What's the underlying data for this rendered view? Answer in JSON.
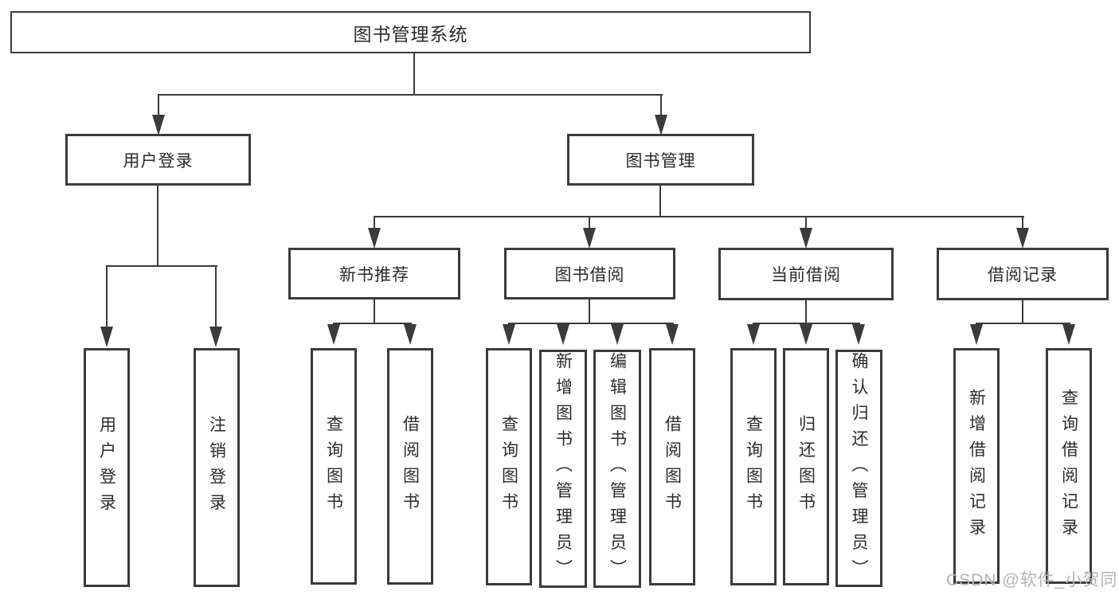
{
  "diagram": {
    "title": "图书管理系统",
    "level2": [
      {
        "label": "用户登录"
      },
      {
        "label": "图书管理"
      }
    ],
    "level3": [
      {
        "label": "新书推荐"
      },
      {
        "label": "图书借阅"
      },
      {
        "label": "当前借阅"
      },
      {
        "label": "借阅记录"
      }
    ],
    "leaves": {
      "user_login": [
        "用户登录",
        "注销登录"
      ],
      "new_book_recommend": [
        "查询图书",
        "借阅图书"
      ],
      "book_borrow": [
        "查询图书",
        "新增图书（管理员）",
        "编辑图书（管理员）",
        "借阅图书"
      ],
      "current_borrow": [
        "查询图书",
        "归还图书",
        "确认归还（管理员）"
      ],
      "borrow_record": [
        "新增借阅记录",
        "查询借阅记录"
      ]
    },
    "colors": {
      "line": "#3b3b3b",
      "text": "#2b2b2b",
      "watermark": "#b4b4b4",
      "background": "#ffffff"
    }
  },
  "watermark": {
    "text": "CSDN @软件_小贺同学"
  }
}
